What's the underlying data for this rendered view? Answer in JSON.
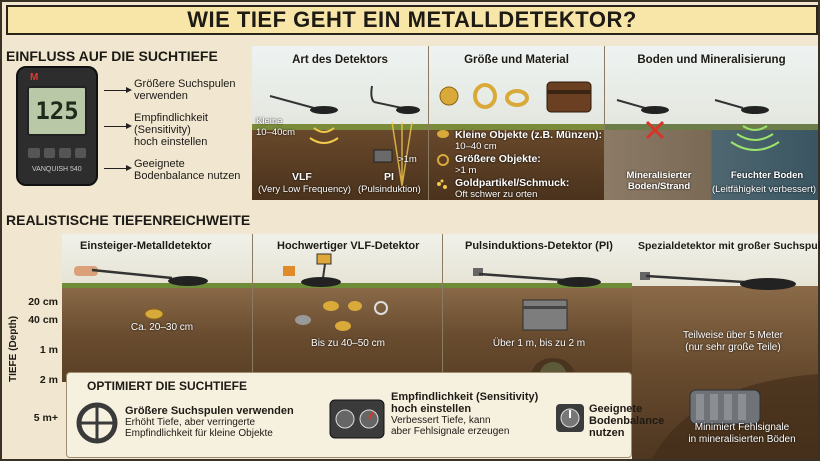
{
  "title": "WIE TIEF GEHT EIN METALLDETEKTOR?",
  "influence": {
    "heading": "EINFLUSS AUF DIE SUCHTIEFE",
    "device_display": "125",
    "device_brand": "M",
    "device_model": "VANQUISH 540",
    "bullets": [
      "Größere Suchspulen\nverwenden",
      "Empfindlichkeit\n(Sensitivity)\nhoch einstellen",
      "Geeignete\nBodenbalance nutzen"
    ]
  },
  "detector_type": {
    "title": "Art des Detektors",
    "small_label": "Kleine\n10–40cm",
    "vlf_label": "VLF",
    "vlf_sub": "(Very Low Frequency)",
    "pi_label": "PI",
    "pi_sub": "(Pulsinduktion)",
    "pi_depth": ">1m"
  },
  "size_material": {
    "title": "Größe und Material",
    "items": [
      {
        "label": "Kleine Objekte (z.B. Münzen):",
        "value": "10–40 cm"
      },
      {
        "label": "Größere Objekte:",
        "value": ">1 m"
      },
      {
        "label": "Goldpartikel/Schmuck:",
        "value": "Oft schwer zu orten"
      }
    ]
  },
  "soil": {
    "title": "Boden und Mineralisierung",
    "mineral_label": "Mineralisierter\nBoden/Strand",
    "wet_label": "Feuchter Boden",
    "wet_sub": "(Leitfähigkeit verbessert)"
  },
  "realistic": {
    "heading": "REALISTISCHE TIEFENREICHWEITE",
    "axis_title": "TIEFE (Depth)",
    "depth_marks": [
      "20 cm",
      "40 cm",
      "1 m",
      "2 m",
      "5 m+"
    ],
    "scenes": [
      {
        "title": "Einsteiger-Metalldetektor",
        "range": "Ca. 20–30 cm"
      },
      {
        "title": "Hochwertiger VLF-Detektor",
        "range": "Bis zu 40–50 cm"
      },
      {
        "title": "Pulsinduktions-Detektor (PI)",
        "range": "Über 1 m, bis zu 2 m"
      },
      {
        "title": "Spezialdetektor mit großer Suchspule",
        "range": "Teilweise über 5 Meter\n(nur sehr große Teile)"
      }
    ]
  },
  "optimize": {
    "title": "OPTIMIERT DIE SUCHTIEFE",
    "items": [
      {
        "title": "Größere Suchspulen verwenden",
        "text": "Erhöht Tiefe, aber verringerte\nEmpfindlichkeit für kleine Objekte"
      },
      {
        "title": "Empfindlichkeit (Sensitivity)\nhoch einstellen",
        "text": "Verbessert Tiefe, kann\naber Fehlsignale erzeugen"
      },
      {
        "title": "Geeignete\nBodenbalance\nnutzen",
        "text": ""
      }
    ],
    "extra_text": "Minimiert Fehlsignale\nin mineralisierten Böden"
  },
  "colors": {
    "title_bg": "#f7e6a8",
    "soil_dark": "#4a321c",
    "grass": "#6e8b38",
    "coin": "#d9a93a",
    "accent_red": "#d8352a"
  }
}
